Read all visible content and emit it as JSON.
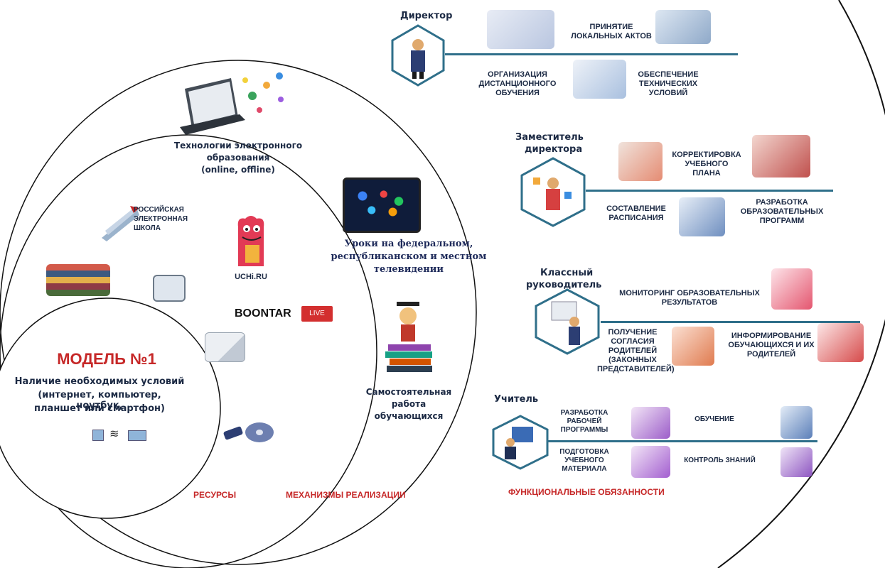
{
  "colors": {
    "accent_red": "#c62828",
    "line_blue": "#2f6f8a",
    "text_dark": "#1c2a44"
  },
  "model": {
    "title": "МОДЕЛЬ №1",
    "line1": "Наличие необходимых условий",
    "line2": "(интернет, компьютер, ноутбук,",
    "line3": "планшет или смартфон)"
  },
  "resources": {
    "res_label": "РОССИЙСКАЯ ЭЛЕКТРОННАЯ ШКОЛА",
    "res_line1": "РОССИЙСКАЯ",
    "res_line2": "ЭЛЕКТРОННАЯ",
    "res_line3": "ШКОЛА",
    "uchi": "UCHi.RU",
    "boontar": "BOONTAR",
    "live": "LIVE"
  },
  "mechanisms": {
    "tech_line1": "Технологии электронного",
    "tech_line2": "образования",
    "tech_line3": "(online, offline)",
    "tv_line1": "Уроки на федеральном,",
    "tv_line2": "республиканском и местном",
    "tv_line3": "телевидении",
    "self_line1": "Самостоятельная",
    "self_line2": "работа",
    "self_line3": "обучающихся"
  },
  "section_labels": {
    "resources": "РЕСУРСЫ",
    "mechanisms": "МЕХАНИЗМЫ РЕАЛИЗАЦИИ",
    "duties": "ФУНКЦИОНАЛЬНЫЕ ОБЯЗАННОСТИ"
  },
  "roles": {
    "director": {
      "name": "Директор",
      "d1_l1": "ПРИНЯТИЕ",
      "d1_l2": "ЛОКАЛЬНЫХ АКТОВ",
      "d2_l1": "ОРГАНИЗАЦИЯ",
      "d2_l2": "ДИСТАНЦИОННОГО",
      "d2_l3": "ОБУЧЕНИЯ",
      "d3_l1": "ОБЕСПЕЧЕНИЕ",
      "d3_l2": "ТЕХНИЧЕСКИХ",
      "d3_l3": "УСЛОВИЙ"
    },
    "deputy": {
      "name_l1": "Заместитель",
      "name_l2": "директора",
      "d1_l1": "КОРРЕКТИРОВКА",
      "d1_l2": "УЧЕБНОГО",
      "d1_l3": "ПЛАНА",
      "d2_l1": "СОСТАВЛЕНИЕ",
      "d2_l2": "РАСПИСАНИЯ",
      "d3_l1": "РАЗРАБОТКА",
      "d3_l2": "ОБРАЗОВАТЕЛЬНЫХ",
      "d3_l3": "ПРОГРАММ"
    },
    "classteacher": {
      "name_l1": "Классный",
      "name_l2": "руководитель",
      "d1_l1": "МОНИТОРИНГ ОБРАЗОВАТЕЛЬНЫХ",
      "d1_l2": "РЕЗУЛЬТАТОВ",
      "d2_l1": "ПОЛУЧЕНИЕ",
      "d2_l2": "СОГЛАСИЯ",
      "d2_l3": "РОДИТЕЛЕЙ",
      "d2_l4": "(ЗАКОННЫХ",
      "d2_l5": "ПРЕДСТАВИТЕЛЕЙ)",
      "d3_l1": "ИНФОРМИРОВАНИЕ",
      "d3_l2": "ОБУЧАЮЩИХСЯ И ИХ",
      "d3_l3": "РОДИТЕЛЕЙ"
    },
    "teacher": {
      "name": "Учитель",
      "d1_l1": "РАЗРАБОТКА",
      "d1_l2": "РАБОЧЕЙ",
      "d1_l3": "ПРОГРАММЫ",
      "d2_l1": "ОБУЧЕНИЕ",
      "d3_l1": "ПОДГОТОВКА",
      "d3_l2": "УЧЕБНОГО",
      "d3_l3": "МАТЕРИАЛА",
      "d4_l1": "КОНТРОЛЬ ЗНАНИЙ"
    }
  }
}
